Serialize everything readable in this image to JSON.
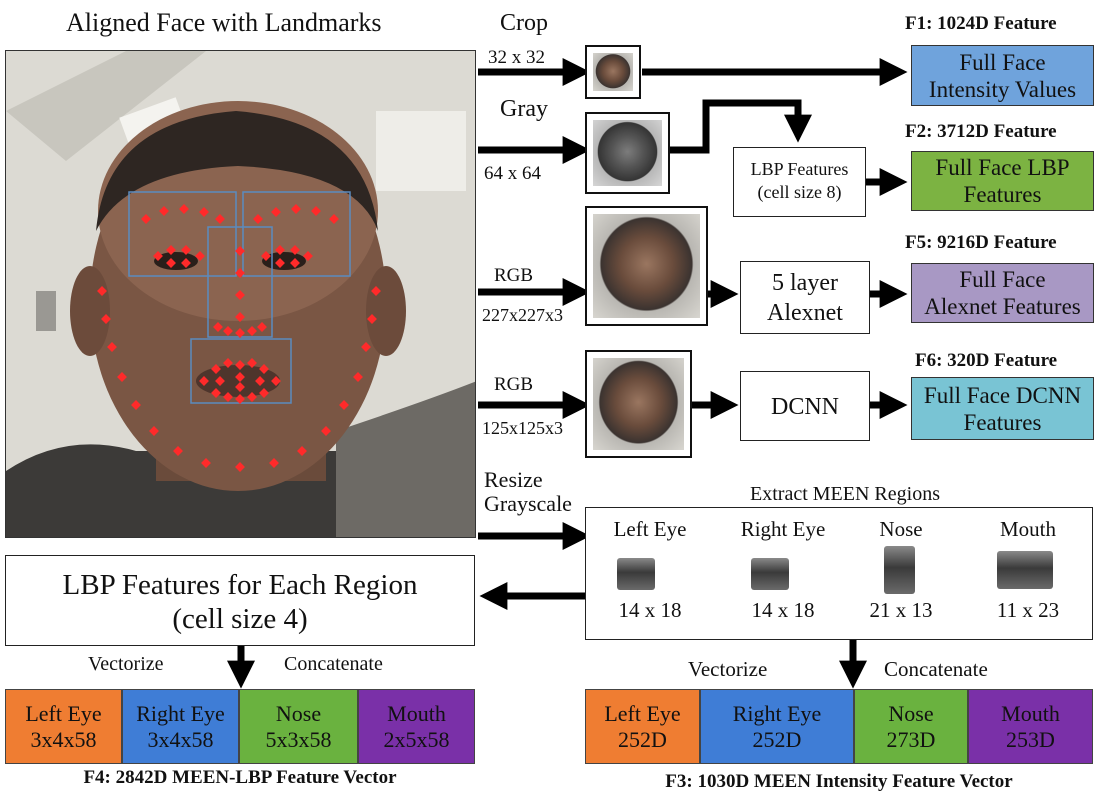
{
  "photo_title": "Aligned Face with Landmarks",
  "crop_row": {
    "title": "Crop",
    "size": "32 x 32"
  },
  "gray_row": {
    "title": "Gray",
    "size": "64 x 64",
    "lbp_box": [
      "LBP Features",
      "(cell size 8)"
    ]
  },
  "rgb227_row": {
    "title": "RGB",
    "size": "227x227x3",
    "box": [
      "5 layer",
      "Alexnet"
    ]
  },
  "rgb125_row": {
    "title": "RGB",
    "size": "125x125x3",
    "box": "DCNN"
  },
  "resize_label": [
    "Resize",
    "Grayscale"
  ],
  "f1": {
    "header": "F1: 1024D Feature",
    "label": [
      "Full Face",
      "Intensity Values"
    ],
    "color": "#6fa3dc"
  },
  "f2": {
    "header": "F2: 3712D Feature",
    "label": [
      "Full Face LBP",
      "Features"
    ],
    "color": "#7cb342"
  },
  "f5": {
    "header": "F5: 9216D Feature",
    "label": [
      "Full Face",
      "Alexnet Features"
    ],
    "color": "#a898c4"
  },
  "f6": {
    "header": "F6: 320D Feature",
    "label": [
      "Full Face DCNN",
      "Features"
    ],
    "color": "#79c4d4"
  },
  "meen": {
    "title": "Extract MEEN Regions",
    "regions": [
      {
        "name": "Left Eye",
        "size": "14 x 18"
      },
      {
        "name": "Right Eye",
        "size": "14 x 18"
      },
      {
        "name": "Nose",
        "size": "21 x 13"
      },
      {
        "name": "Mouth",
        "size": "11 x 23"
      }
    ]
  },
  "lbp_region_box": [
    "LBP Features for Each Region",
    "(cell size 4)"
  ],
  "left_annot": {
    "vectorize": "Vectorize",
    "concatenate": "Concatenate"
  },
  "right_annot": {
    "vectorize": "Vectorize",
    "concatenate": "Concatenate"
  },
  "f4": {
    "caption": "F4: 2842D MEEN-LBP Feature Vector",
    "segments": [
      {
        "name": "Left Eye",
        "dim": "3x4x58",
        "color": "#ef7d32"
      },
      {
        "name": "Right Eye",
        "dim": "3x4x58",
        "color": "#3f7dd6"
      },
      {
        "name": "Nose",
        "dim": "5x3x58",
        "color": "#6ab23f"
      },
      {
        "name": "Mouth",
        "dim": "2x5x58",
        "color": "#7a30a8"
      }
    ]
  },
  "f3": {
    "caption": "F3: 1030D MEEN Intensity Feature Vector",
    "segments": [
      {
        "name": "Left Eye",
        "dim": "252D",
        "color": "#ef7d32"
      },
      {
        "name": "Right Eye",
        "dim": "252D",
        "color": "#3f7dd6"
      },
      {
        "name": "Nose",
        "dim": "273D",
        "color": "#6ab23f"
      },
      {
        "name": "Mouth",
        "dim": "253D",
        "color": "#7a30a8"
      }
    ]
  }
}
